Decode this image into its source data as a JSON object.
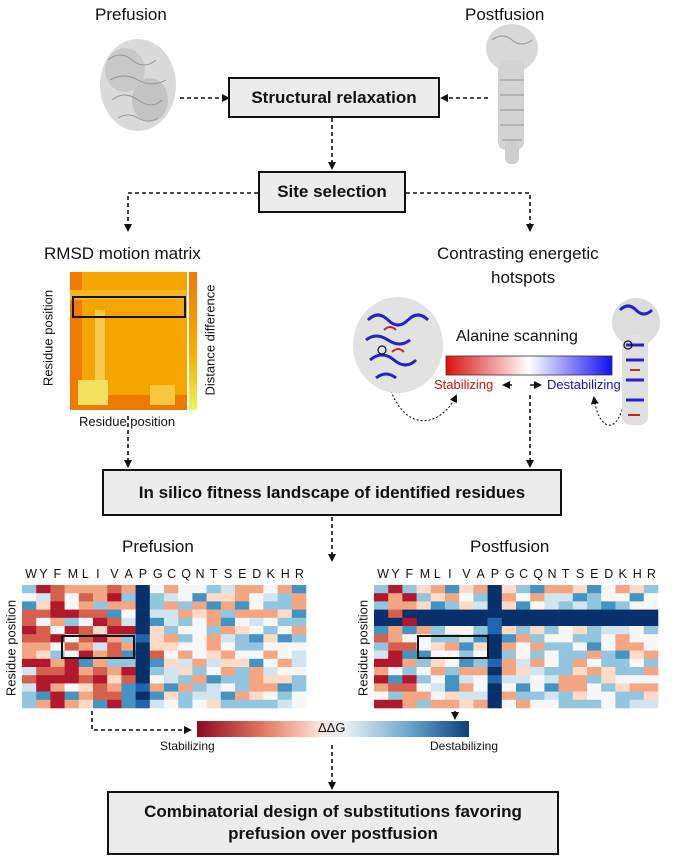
{
  "top": {
    "prefusion_label": "Prefusion",
    "postfusion_label": "Postfusion"
  },
  "steps": {
    "structural_relaxation": "Structural relaxation",
    "site_selection": "Site selection",
    "fitness_landscape": "In silico fitness landscape of identified residues",
    "combinatorial_design": "Combinatorial design of substitutions favoring prefusion over postfusion"
  },
  "rmsd": {
    "title": "RMSD motion matrix",
    "ylabel": "Residue position",
    "xlabel": "Residue position",
    "colorbar_label": "Distance difference"
  },
  "hotspots": {
    "title_line1": "Contrasting energetic",
    "title_line2": "hotspots",
    "alanine_scanning": "Alanine scanning",
    "stabilizing": "Stabilizing",
    "destabilizing": "Destabilizing"
  },
  "heatmaps": {
    "prefusion_title": "Prefusion",
    "postfusion_title": "Postfusion",
    "ylabel": "Residue position",
    "amino_acids": [
      "W",
      "Y",
      "F",
      "M",
      "L",
      "I",
      "V",
      "A",
      "P",
      "G",
      "C",
      "Q",
      "N",
      "T",
      "S",
      "E",
      "D",
      "K",
      "H",
      "R"
    ]
  },
  "ddg_bar": {
    "label": "ΔΔG",
    "stabilizing": "Stabilizing",
    "destabilizing": "Destabilizing"
  },
  "colors": {
    "stabilizing_red": "#b2182b",
    "destabilizing_blue": "#08306b",
    "rmsd_orange": "#f5a500",
    "alanine_blue": "#1010ee",
    "alanine_red": "#dd1111"
  }
}
